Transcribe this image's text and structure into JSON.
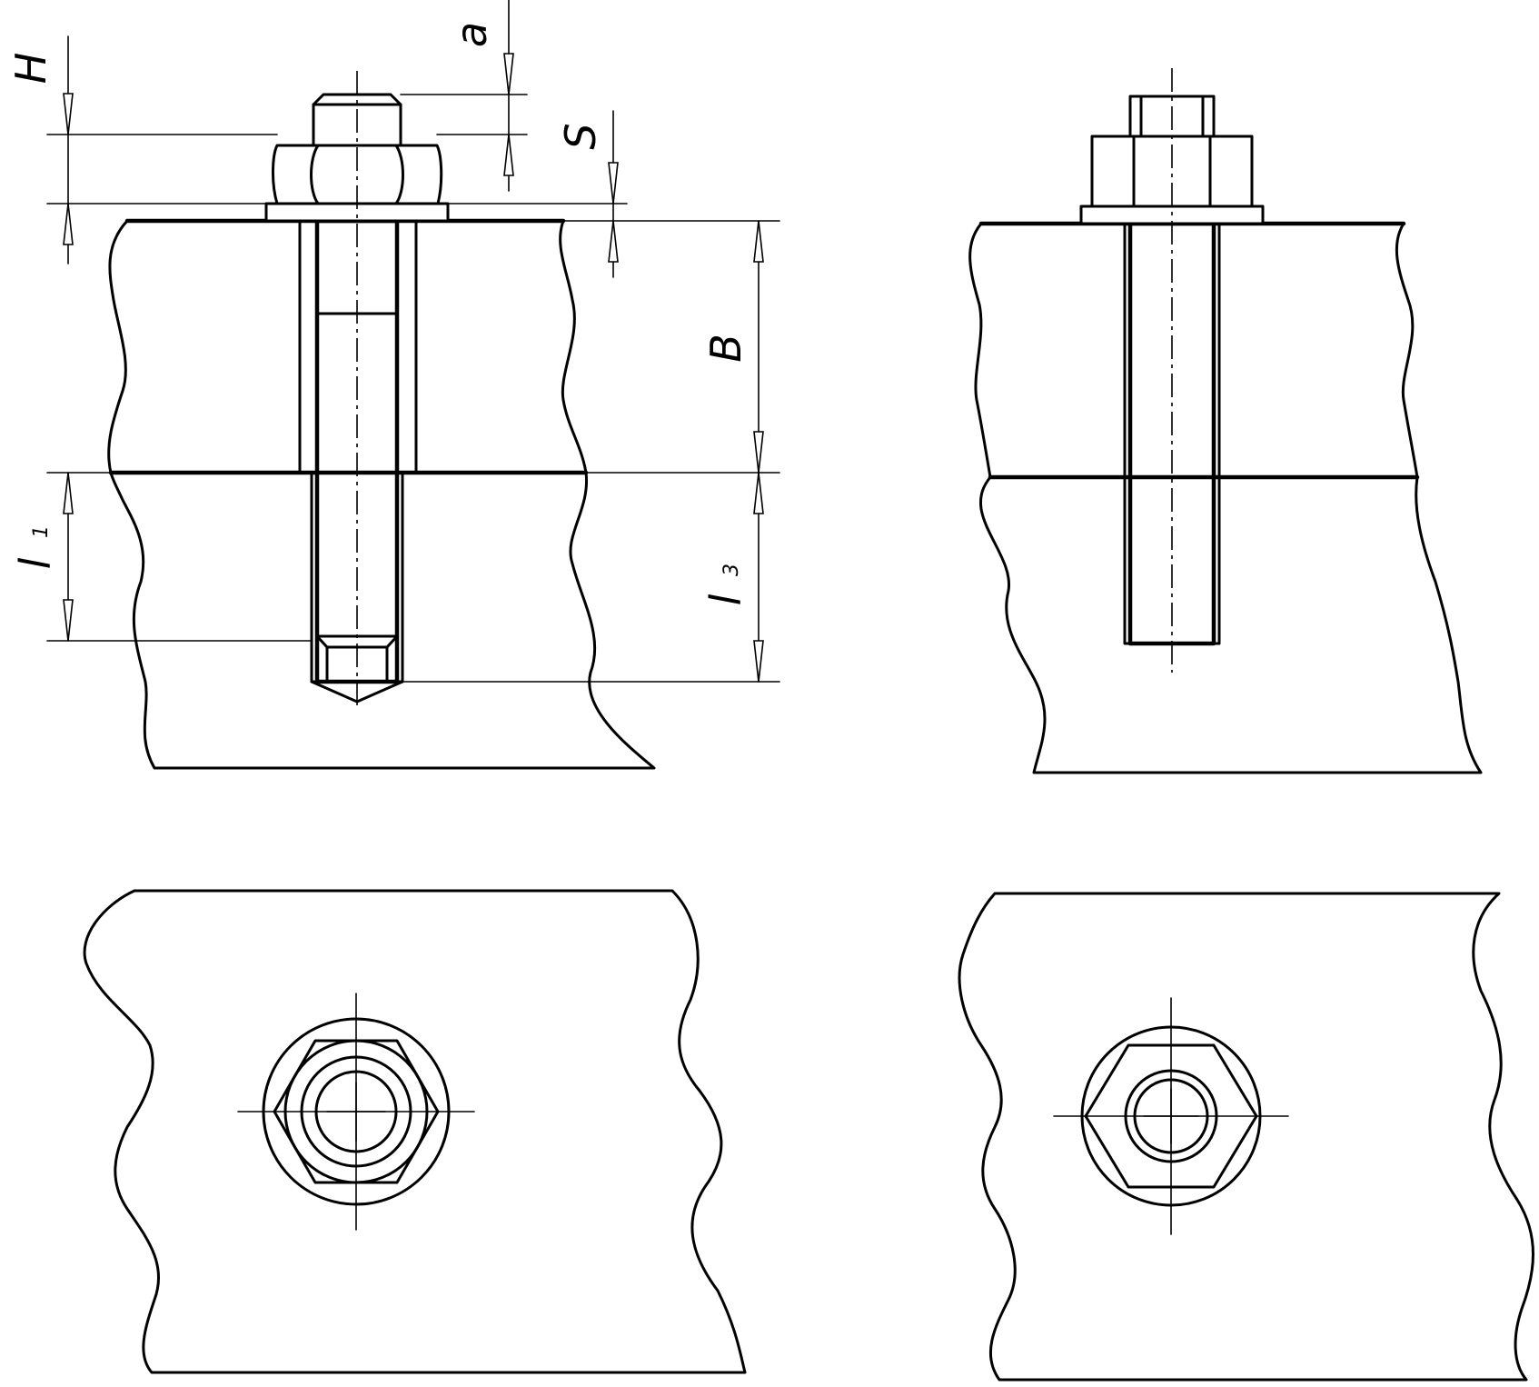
{
  "labels": {
    "H": "H",
    "a": "a",
    "S": "S",
    "B": "B",
    "l1_main": "l",
    "l1_sub": "1",
    "l3_main": "l",
    "l3_sub": "3"
  },
  "colors": {
    "line": "#000000",
    "background": "#ffffff"
  },
  "views": [
    "stud-joint-section",
    "bolt-joint-section",
    "stud-joint-plan",
    "bolt-joint-plan"
  ]
}
